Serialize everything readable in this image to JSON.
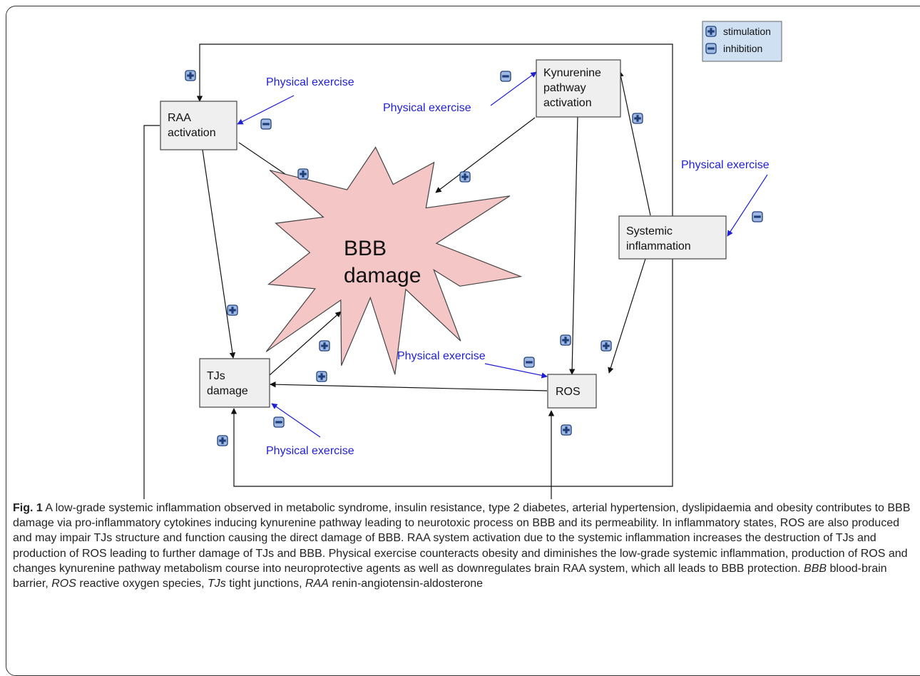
{
  "legend": {
    "stimulation": "stimulation",
    "inhibition": "inhibition"
  },
  "nodes": {
    "raa": [
      "RAA",
      "activation"
    ],
    "kynurenine": [
      "Kynurenine",
      "pathway",
      "activation"
    ],
    "systemic": [
      "Systemic",
      "inflammation"
    ],
    "tjs": [
      "TJs",
      "damage"
    ],
    "ros": "ROS",
    "bbb": [
      "BBB",
      "damage"
    ]
  },
  "exercise_label": "Physical exercise",
  "caption": {
    "fig": "Fig. 1",
    "text": "A low-grade systemic inflammation observed in metabolic syndrome, insulin resistance, type 2 diabetes, arterial hypertension, dyslipidaemia and obesity contributes to BBB damage via pro-inflammatory cytokines inducing kynurenine pathway leading to neurotoxic process on BBB and its permeability. In inflammatory states, ROS are also produced and may impair TJs structure and function causing the direct damage of BBB. RAA system activation due to the systemic inflammation increases the destruction of TJs and production of ROS leading to further damage of TJs and BBB. Physical exercise counteracts obesity and diminishes the low-grade systemic inflammation, production of ROS and changes kynurenine pathway metabolism course into neuroprotective agents as well as downregulates brain RAA system, which all leads to BBB protection.",
    "abbreviations": [
      {
        "abbr": "BBB",
        "def": "blood-brain barrier"
      },
      {
        "abbr": "ROS",
        "def": "reactive oxygen species"
      },
      {
        "abbr": "TJs",
        "def": "tight junctions"
      },
      {
        "abbr": "RAA",
        "def": "renin-angiotensin-aldosterone"
      }
    ]
  },
  "colors": {
    "exercise": "#1f1fd6",
    "node_fill": "#efefef",
    "burst_fill": "#f4c6c6",
    "sign_fill": "#9fb9e3",
    "legend_fill": "#cfe0f3"
  }
}
